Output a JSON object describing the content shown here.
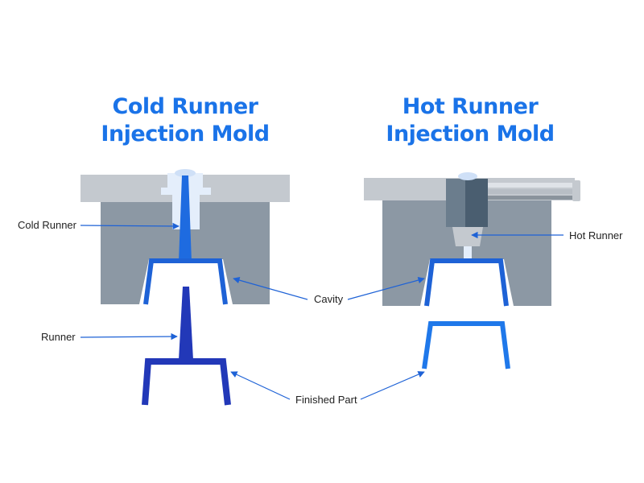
{
  "titles": {
    "cold_line1": "Cold Runner",
    "cold_line2": "Injection Mold",
    "hot_line1": "Hot Runner",
    "hot_line2": "Injection Mold"
  },
  "labels": {
    "cold_runner": "Cold Runner",
    "runner": "Runner",
    "cavity": "Cavity",
    "hot_runner": "Hot Runner",
    "finished_part": "Finished Part"
  },
  "colors": {
    "title": "#1a73e8",
    "mold_body": "#8c98a4",
    "mold_plate": "#c4c9cf",
    "cavity_line": "#1e62d6",
    "finished_part_dark": "#2238b8",
    "finished_part_bright": "#1f78ea",
    "cold_sprue_light": "#e4eefb",
    "hot_nozzle_dark": "#4a5e70",
    "arrow": "#1e62d6"
  }
}
